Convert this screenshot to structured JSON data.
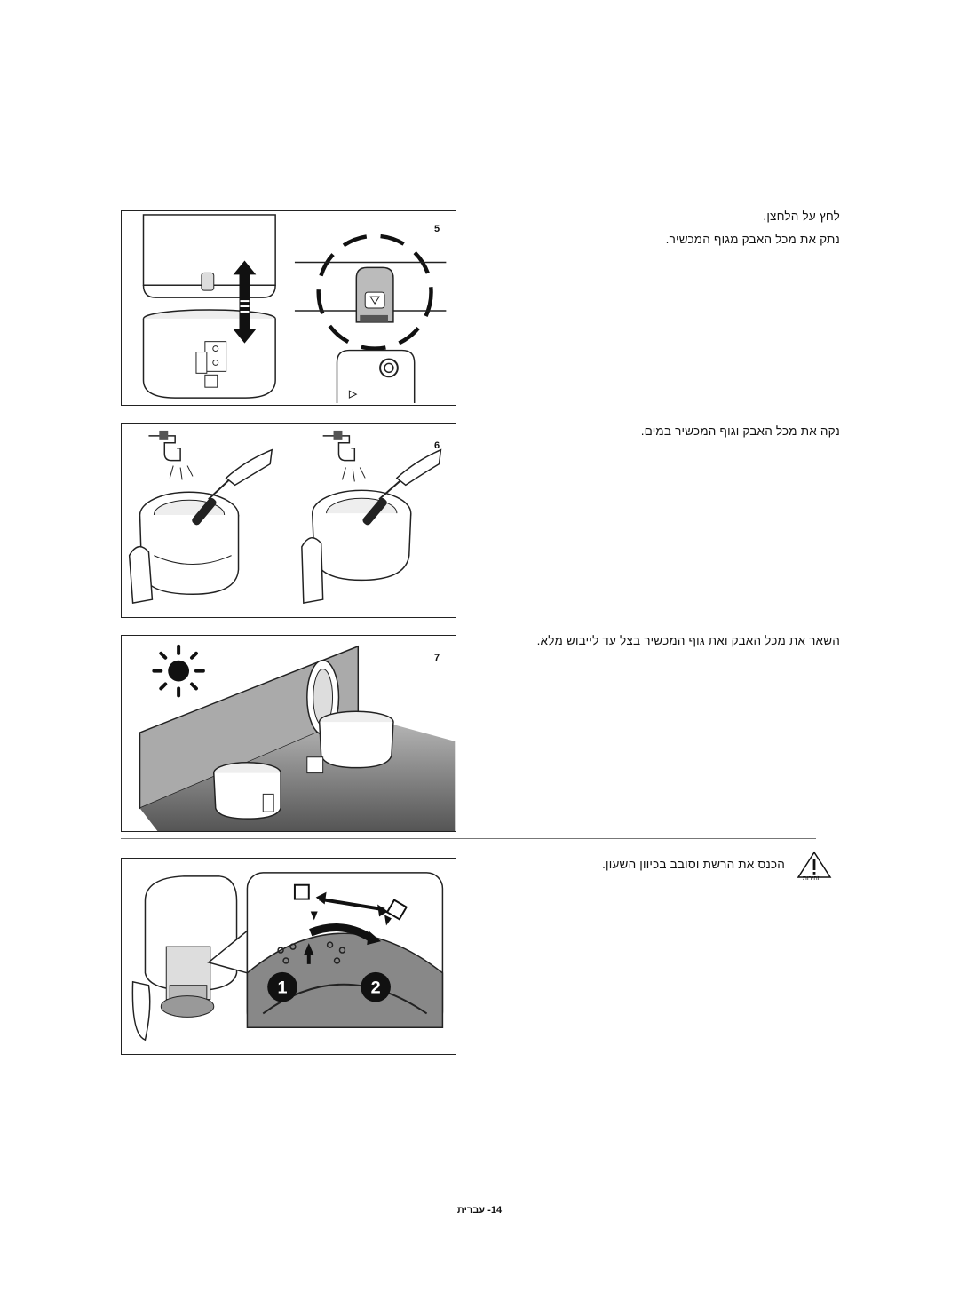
{
  "steps": [
    {
      "number": "5",
      "lines": [
        "לחץ על הלחצן.",
        "נתק את מכל האבק מגוף המכשיר."
      ]
    },
    {
      "number": "6",
      "lines": [
        "נקה את מכל האבק וגוף המכשיר במים."
      ]
    },
    {
      "number": "7",
      "lines": [
        "השאר את מכל האבק ואת גוף המכשיר בצל עד לייבוש מלא."
      ]
    }
  ],
  "caution": {
    "icon": "warning-triangle-icon",
    "label": "זהירות",
    "text": "הכנס את הרשת וסובב בכיוון השעון."
  },
  "callouts": {
    "one": "1",
    "two": "2"
  },
  "footer": {
    "page": "14- עברית"
  }
}
